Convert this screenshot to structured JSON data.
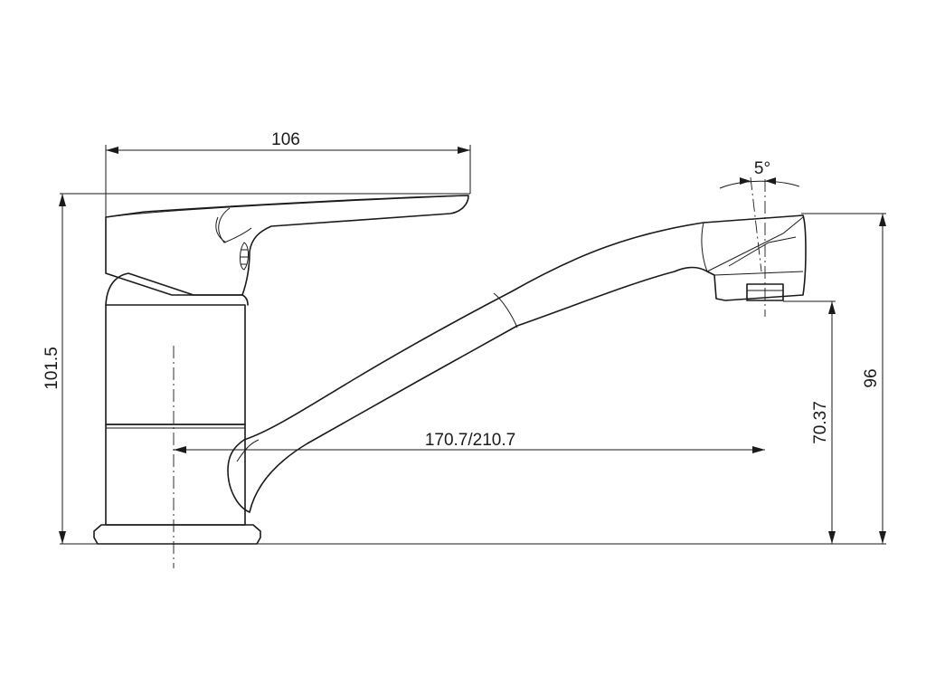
{
  "drawing": {
    "subject": "single-lever faucet side view",
    "line_color": "#1a1a1a",
    "background": "#ffffff"
  },
  "dimensions": {
    "handle_length": "106",
    "total_height": "101.5",
    "spout_angle": "5°",
    "spout_height": "96",
    "aerator_height": "70.37",
    "spout_reach": "170.7/210.7"
  }
}
